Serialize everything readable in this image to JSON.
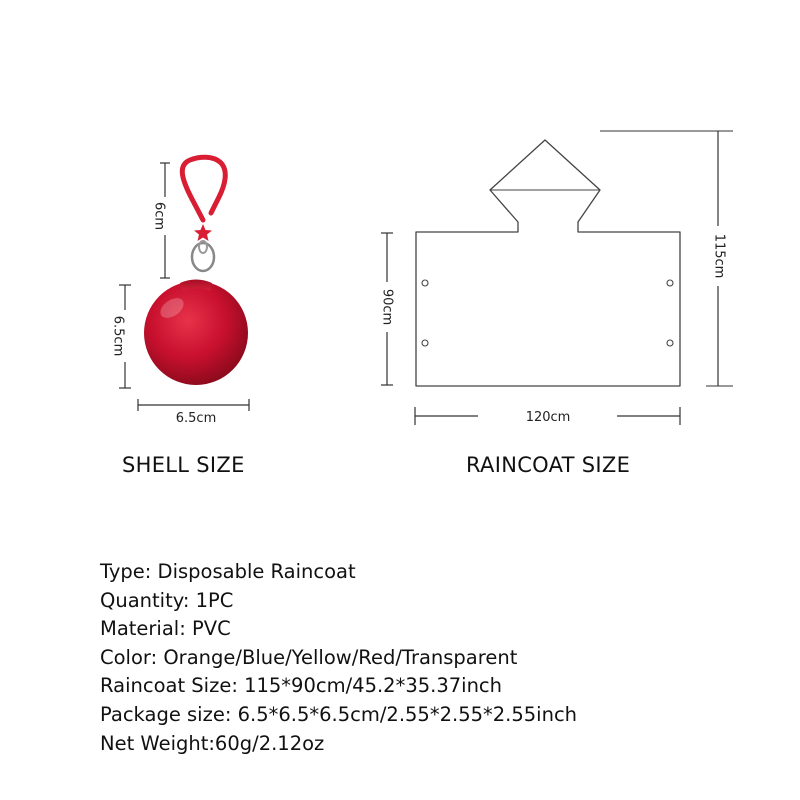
{
  "shell": {
    "caption": "SHELL SIZE",
    "hook_height_label": "6cm",
    "ball_height_label": "6.5cm",
    "ball_width_label": "6.5cm",
    "color": "#c8102e"
  },
  "raincoat": {
    "caption": "RAINCOAT SIZE",
    "total_height_label": "115cm",
    "body_height_label": "90cm",
    "width_label": "120cm"
  },
  "specs": [
    "Type: Disposable Raincoat",
    "Quantity: 1PC",
    "Material: PVC",
    "Color: Orange/Blue/Yellow/Red/Transparent",
    "Raincoat Size: 115*90cm/45.2*35.37inch",
    "Package size: 6.5*6.5*6.5cm/2.55*2.55*2.55inch",
    "Net Weight:60g/2.12oz"
  ]
}
